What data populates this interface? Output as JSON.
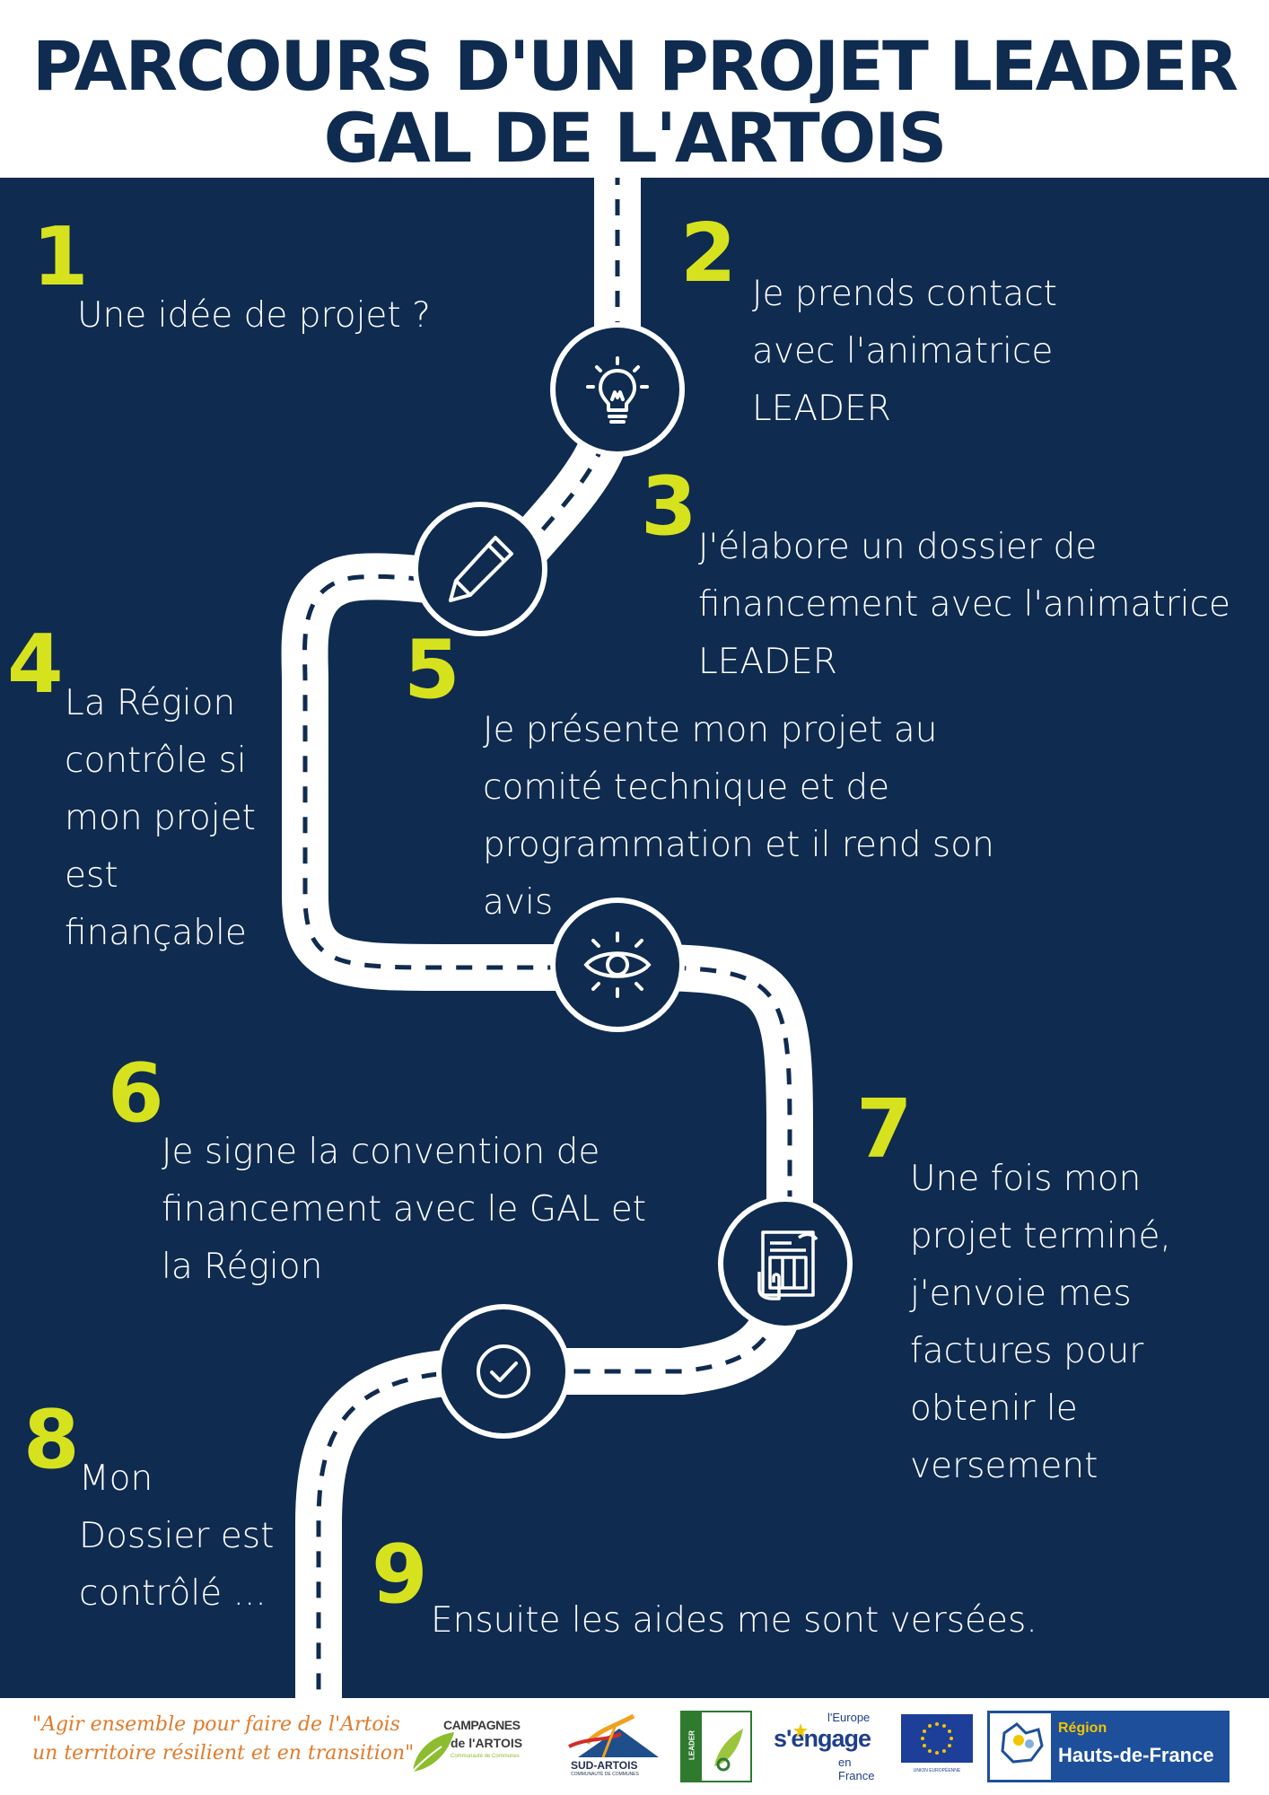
{
  "title": {
    "line1": "PARCOURS D'UN PROJET LEADER",
    "line2": "GAL DE L'ARTOIS"
  },
  "steps": [
    {
      "number": "1",
      "lines": [
        "Une idée de projet ?"
      ]
    },
    {
      "number": "2",
      "lines": [
        "Je prends contact",
        "avec l'animatrice",
        "LEADER"
      ]
    },
    {
      "number": "3",
      "lines": [
        "J'élabore un dossier de",
        "financement avec l'animatrice",
        "LEADER"
      ]
    },
    {
      "number": "4",
      "lines": [
        "La Région",
        "contrôle si",
        "mon projet",
        "est",
        "finançable"
      ]
    },
    {
      "number": "5",
      "lines": [
        "Je présente mon projet au",
        "comité technique et de",
        "programmation et il rend son",
        "avis"
      ]
    },
    {
      "number": "6",
      "lines": [
        "Je signe la convention de",
        "financement avec le GAL et",
        "la Région"
      ]
    },
    {
      "number": "7",
      "lines": [
        "Une fois mon",
        "projet terminé,",
        "j'envoie mes",
        "factures pour",
        "obtenir le",
        "versement"
      ]
    },
    {
      "number": "8",
      "lines": [
        "Mon",
        "Dossier est",
        "contrôlé ..."
      ]
    },
    {
      "number": "9",
      "lines": [
        "Ensuite les aides me sont versées."
      ]
    }
  ],
  "icons": [
    "lightbulb-icon",
    "pencil-icon",
    "eye-icon",
    "document-signing-icon",
    "checkmark-icon"
  ],
  "footer": {
    "slogan_line1": "\"Agir ensemble pour faire de l'Artois",
    "slogan_line2": "un territoire résilient et en transition\"",
    "logos": {
      "campagnes_1": "CAMPAGNES",
      "campagnes_2": "de l'ARTOIS",
      "campagnes_3": "Communauté de Communes",
      "sud_artois_1": "SUD-ARTOIS",
      "sud_artois_2": "COMMUNAUTÉ DE COMMUNES",
      "leader": "LEADER",
      "europe_1": "l'Europe",
      "europe_2": "s'engage",
      "europe_3": "en France",
      "ue": "UNION EUROPÉENNE",
      "region_1": "Région",
      "region_2": "Hauts-de-France"
    }
  },
  "colors": {
    "navy": "#0f2b50",
    "accent_yellow": "#d7e21f",
    "slogan_orange": "#e07b2a",
    "white": "#ffffff"
  }
}
